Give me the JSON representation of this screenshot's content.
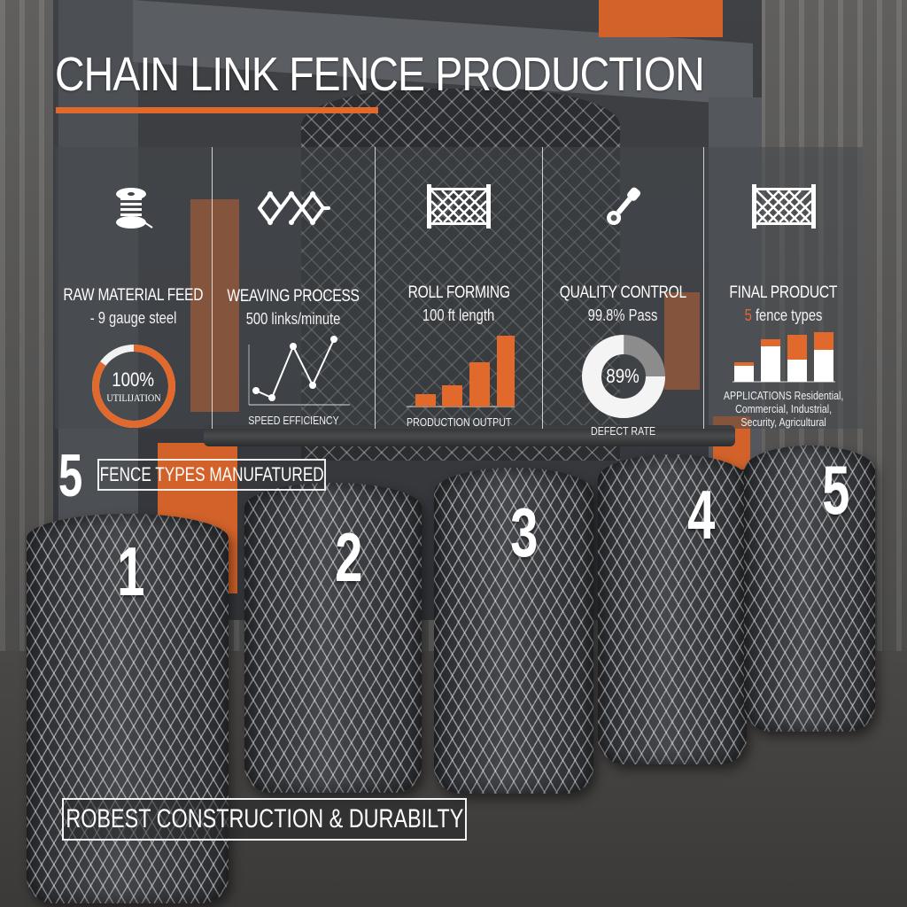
{
  "header": {
    "title": "CHAIN LINK FENCE PRODUCTION",
    "accent_color": "#e0692b"
  },
  "steps": [
    {
      "icon": "wire-spool-icon",
      "title": "RAW MATERIAL FEED",
      "value": "- 9 gauge steel",
      "viz": {
        "type": "donut",
        "value_label": "100%",
        "sub_label": "UTILIJATION",
        "filled_pct": 85,
        "color": "#e0692b"
      }
    },
    {
      "icon": "chain-link-weave-icon",
      "title": "WEAVING PROCESS",
      "value": "500 links/minute",
      "viz": {
        "type": "line",
        "label": "SPEED EFFICIENCY"
      }
    },
    {
      "icon": "fence-panel-icon",
      "title": "ROLL FORMING",
      "value": "100 ft length",
      "viz": {
        "type": "bar",
        "label": "PRODUCTION OUTPUT"
      }
    },
    {
      "icon": "inspection-tool-icon",
      "title": "QUALITY CONTROL",
      "value": "99.8% Pass",
      "viz": {
        "type": "donut",
        "value_label": "89%",
        "label": "DEFECT RATE",
        "filled_pct": 75,
        "color": "#ffffff"
      }
    },
    {
      "icon": "fence-panel-icon",
      "title": "FINAL PRODUCT",
      "value_number": "5",
      "value_rest": " fence types",
      "viz": {
        "type": "stacked-bar",
        "applications": [
          "APPLICATIONS Residential,",
          "Commercial, Industrial,",
          "Security, Agricultural"
        ]
      }
    }
  ],
  "chart_data": [
    {
      "type": "line",
      "title": "SPEED EFFICIENCY",
      "x": [
        1,
        2,
        3,
        4,
        5
      ],
      "values": [
        20,
        12,
        78,
        28,
        85
      ],
      "ylim": [
        0,
        100
      ]
    },
    {
      "type": "bar",
      "title": "PRODUCTION OUTPUT",
      "categories": [
        "1",
        "2",
        "3",
        "4"
      ],
      "values": [
        15,
        22,
        48,
        85
      ],
      "ylim": [
        0,
        100
      ]
    },
    {
      "type": "pie",
      "title": "DEFECT RATE",
      "center_label": "89%",
      "values": [
        75,
        25
      ]
    },
    {
      "type": "bar",
      "title": "FINAL PRODUCT",
      "categories": [
        "1",
        "2",
        "3",
        "4"
      ],
      "series": [
        {
          "name": "base",
          "values": [
            28,
            75,
            42,
            68
          ]
        },
        {
          "name": "accent",
          "values": [
            8,
            18,
            62,
            38
          ]
        }
      ]
    }
  ],
  "manufactured": {
    "count": "5",
    "label": "FENCE TYPES MANUFATURED"
  },
  "rolls": [
    "1",
    "2",
    "3",
    "4",
    "5"
  ],
  "footer": {
    "label": "ROBEST CONSTRUCTION & DURABILTY"
  }
}
